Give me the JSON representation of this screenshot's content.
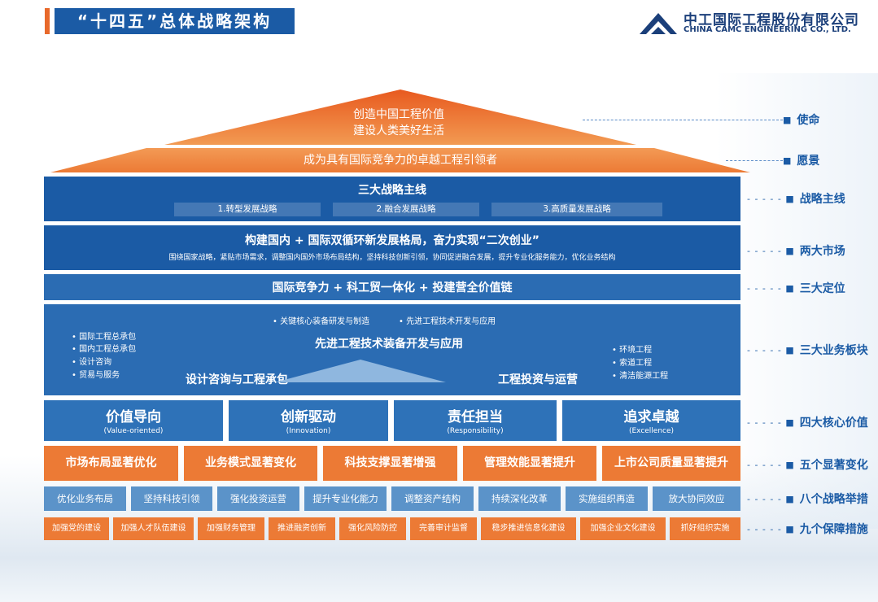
{
  "header": {
    "title": "“十四五”总体战略架构",
    "logo_cn": "中工国际工程股份有限公司",
    "logo_en": "CHINA CAMC ENGINEERING CO., LTD."
  },
  "mission": {
    "line1": "创造中国工程价值",
    "line2": "建设人类美好生活"
  },
  "vision": "成为具有国际竞争力的卓越工程引领者",
  "strategy": {
    "title": "三大战略主线",
    "items": [
      "1.转型发展战略",
      "2.融合发展战略",
      "3.高质量发展战略"
    ]
  },
  "markets": {
    "title": "构建国内 + 国际双循环新发展格局，奋力实现“二次创业”",
    "subtitle": "围绕国家战略，紧贴市场需求，调整国内国外市场布局结构，坚持科技创新引领，协同促进融合发展，提升专业化服务能力，优化业务结构"
  },
  "positioning": "国际竞争力 + 科工贸一体化 + 投建营全价值链",
  "business": {
    "top_items": [
      "• 关键核心装备研发与制造",
      "• 先进工程技术开发与应用"
    ],
    "center": "先进工程技术装备开发与应用",
    "left_items": [
      "• 国际工程总承包",
      "• 国内工程总承包",
      "• 设计咨询",
      "• 贸易与服务"
    ],
    "left_head": "设计咨询与工程承包",
    "right_head": "工程投资与运营",
    "right_items": [
      "• 环境工程",
      "• 索道工程",
      "• 清洁能源工程"
    ]
  },
  "core_values": [
    {
      "cn": "价值导向",
      "en": "(Value-oriented)"
    },
    {
      "cn": "创新驱动",
      "en": "(Innovation)"
    },
    {
      "cn": "责任担当",
      "en": "(Responsibility)"
    },
    {
      "cn": "追求卓越",
      "en": "(Excellence)"
    }
  ],
  "changes": [
    "市场布局显著优化",
    "业务模式显著变化",
    "科技支撑显著增强",
    "管理效能显著提升",
    "上市公司质量显著提升"
  ],
  "moves": [
    "优化业务布局",
    "坚持科技引领",
    "强化投资运营",
    "提升专业化能力",
    "调整资产结构",
    "持续深化改革",
    "实施组织再造",
    "放大协同效应"
  ],
  "guarantees": [
    "加强党的建设",
    "加强人才队伍建设",
    "加强财务管理",
    "推进融资创新",
    "强化风险防控",
    "完善审计监督",
    "稳步推进信息化建设",
    "加强企业文化建设",
    "抓好组织实施"
  ],
  "labels": {
    "mission": "使命",
    "vision": "愿景",
    "strategy": "战略主线",
    "markets": "两大市场",
    "positioning": "三大定位",
    "business": "三大业务板块",
    "values": "四大核心价值",
    "changes": "五个显著变化",
    "moves": "八个战略举措",
    "guarantees": "九个保障措施"
  },
  "colors": {
    "blue": "#1b5ba5",
    "orange": "#ec7a35",
    "light_blue": "#5b93c9"
  }
}
